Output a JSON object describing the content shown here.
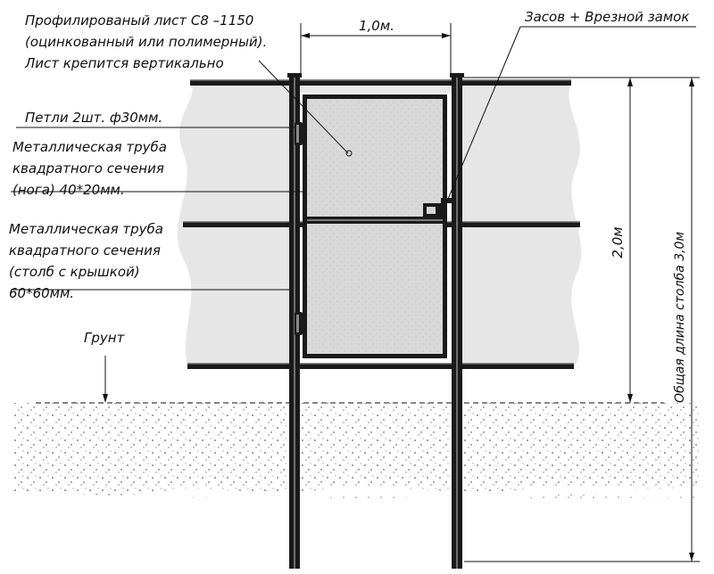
{
  "labels": {
    "sheet_line1": "Профилированый лист С8 –1150",
    "sheet_line2": "(оцинкованный или полимерный).",
    "sheet_line3": "Лист крепится вертикально",
    "hinges": "Петли 2шт. ф30мм.",
    "gate_pipe_line1": "Металлическая труба",
    "gate_pipe_line2": "квадратного сечения",
    "gate_pipe_line3": "(нога) 40*20мм.",
    "post_pipe_line1": "Металлическая труба",
    "post_pipe_line2": "квадратного сечения",
    "post_pipe_line3": "(столб с крышкой)",
    "post_pipe_line4": "60*60мм.",
    "ground": "Грунт",
    "latch": "Засов + Врезной замок"
  },
  "dimensions": {
    "gate_width": "1,0м.",
    "gate_height": "2,0м",
    "post_length": "Общая длина столба 3,0м"
  },
  "colors": {
    "panel": "#e6e6e6",
    "gate_fill": "#cfcfcf",
    "steel": "#1a1a1a",
    "line": "#111111"
  }
}
